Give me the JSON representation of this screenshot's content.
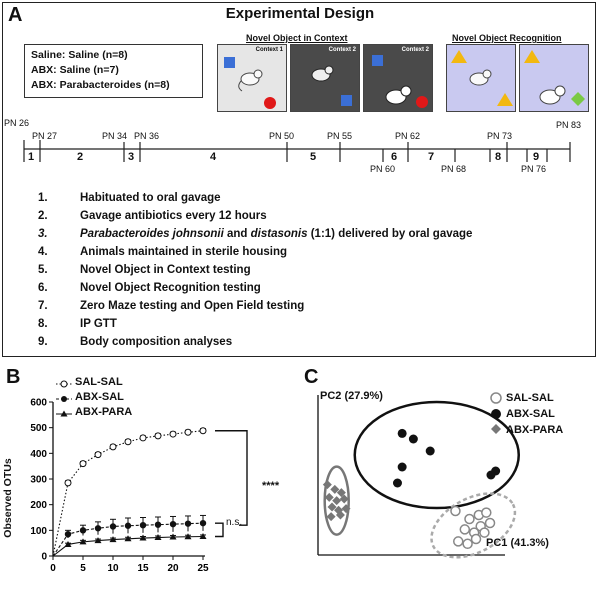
{
  "panel_a": {
    "letter": "A",
    "title": "Experimental Design",
    "groups": [
      "Saline: Saline (n=8)",
      "ABX: Saline (n=7)",
      "ABX: Parabacteroides (n=8)"
    ],
    "noc_title": "Novel Object in Context",
    "nor_title": "Novel Object Recognition",
    "context1_label": "Context 1",
    "context2_label": "Context 2",
    "context2b_label": "Context 2",
    "timeline_top": {
      "pn26": "PN 26",
      "pn27": "PN 27",
      "pn34": "PN 34",
      "pn36": "PN 36",
      "pn50": "PN 50",
      "pn55": "PN 55",
      "pn62": "PN 62",
      "pn73": "PN 73",
      "pn83": "PN 83"
    },
    "timeline_bottom": {
      "pn60": "PN 60",
      "pn68": "PN 68",
      "pn76": "PN 76"
    },
    "segments": [
      "1",
      "2",
      "3",
      "4",
      "5",
      "6",
      "7",
      "8",
      "9"
    ],
    "steps": [
      {
        "num": "1.",
        "text": "Habituated to oral gavage"
      },
      {
        "num": "2.",
        "text": "Gavage antibiotics every 12 hours"
      },
      {
        "num": "3.",
        "text_italic1": "Parabacteroides johnsonii",
        "text_mid": " and ",
        "text_italic2": "distasonis",
        "text_end": " (1:1) delivered by oral gavage"
      },
      {
        "num": "4.",
        "text": "Animals maintained in sterile housing"
      },
      {
        "num": "5.",
        "text": "Novel Object in Context testing"
      },
      {
        "num": "6.",
        "text": "Novel Object Recognition testing"
      },
      {
        "num": "7.",
        "text": "Zero Maze testing and Open Field testing"
      },
      {
        "num": "8.",
        "text": "IP GTT"
      },
      {
        "num": "9.",
        "text": "Body composition analyses"
      }
    ]
  },
  "panel_b": {
    "letter": "B",
    "ylabel": "Observed OTUs",
    "sig_main": "****",
    "sig_ns": "n.s.",
    "legend": [
      "SAL-SAL",
      "ABX-SAL",
      "ABX-PARA"
    ]
  },
  "panel_c": {
    "letter": "C",
    "pc1_label": "PC1 (41.3%)",
    "pc2_label": "PC2 (27.9%)",
    "legend": [
      "SAL-SAL",
      "ABX-SAL",
      "ABX-PARA"
    ]
  },
  "chart_data": [
    {
      "type": "line",
      "xlim": [
        0,
        25
      ],
      "ylim": [
        0,
        600
      ],
      "x_ticks": [
        "0",
        "5",
        "10",
        "15",
        "20",
        "25"
      ],
      "y_ticks": [
        "0",
        "100",
        "200",
        "300",
        "400",
        "500",
        "600"
      ],
      "ylabel": "Observed OTUs",
      "xlabel": "",
      "legend_position": "top-left",
      "series": [
        {
          "name": "SAL-SAL",
          "marker": "open-circle",
          "line": "dotted",
          "x": [
            0,
            2.5,
            5,
            7.5,
            10,
            12.5,
            15,
            17.5,
            20,
            22.5,
            25
          ],
          "y": [
            0,
            285,
            360,
            395,
            425,
            445,
            460,
            468,
            475,
            482,
            488
          ],
          "err": [
            0,
            8,
            8,
            8,
            8,
            8,
            8,
            8,
            8,
            8,
            8
          ]
        },
        {
          "name": "ABX-SAL",
          "marker": "filled-circle",
          "line": "dashed",
          "x": [
            0,
            2.5,
            5,
            7.5,
            10,
            12.5,
            15,
            17.5,
            20,
            22.5,
            25
          ],
          "y": [
            0,
            85,
            100,
            108,
            115,
            118,
            120,
            122,
            124,
            126,
            128
          ],
          "err": [
            0,
            15,
            20,
            25,
            28,
            30,
            30,
            30,
            30,
            30,
            30
          ]
        },
        {
          "name": "ABX-PARA",
          "marker": "filled-triangle",
          "line": "solid",
          "x": [
            0,
            2.5,
            5,
            7.5,
            10,
            12.5,
            15,
            17.5,
            20,
            22.5,
            25
          ],
          "y": [
            0,
            45,
            55,
            60,
            64,
            67,
            70,
            72,
            74,
            75,
            76
          ],
          "err": [
            0,
            5,
            6,
            6,
            6,
            6,
            6,
            6,
            6,
            6,
            6
          ]
        }
      ]
    },
    {
      "type": "scatter",
      "xlabel": "PC1 (41.3%)",
      "ylabel": "PC2 (27.9%)",
      "xlim": [
        -1,
        1
      ],
      "ylim": [
        -1,
        1
      ],
      "legend_position": "top-right",
      "series": [
        {
          "name": "SAL-SAL",
          "marker": "open-circle",
          "x": [
            0.47,
            0.62,
            0.72,
            0.8,
            0.57,
            0.67,
            0.74,
            0.84,
            0.5,
            0.6,
            0.69,
            0.78
          ],
          "y": [
            -0.45,
            -0.55,
            -0.5,
            -0.47,
            -0.68,
            -0.72,
            -0.64,
            -0.6,
            -0.83,
            -0.86,
            -0.8,
            -0.72
          ]
        },
        {
          "name": "ABX-SAL",
          "marker": "filled-circle",
          "x": [
            -0.1,
            0.02,
            0.2,
            -0.1,
            0.9,
            0.85,
            -0.15
          ],
          "y": [
            0.52,
            0.45,
            0.3,
            0.1,
            0.05,
            0.0,
            -0.1
          ]
        },
        {
          "name": "ABX-PARA",
          "marker": "filled-diamond",
          "x": [
            -0.9,
            -0.82,
            -0.75,
            -0.88,
            -0.8,
            -0.72,
            -0.85,
            -0.78,
            -0.7,
            -0.86,
            -0.76
          ],
          "y": [
            -0.12,
            -0.18,
            -0.22,
            -0.28,
            -0.32,
            -0.3,
            -0.4,
            -0.44,
            -0.42,
            -0.52,
            -0.5
          ]
        }
      ]
    }
  ]
}
